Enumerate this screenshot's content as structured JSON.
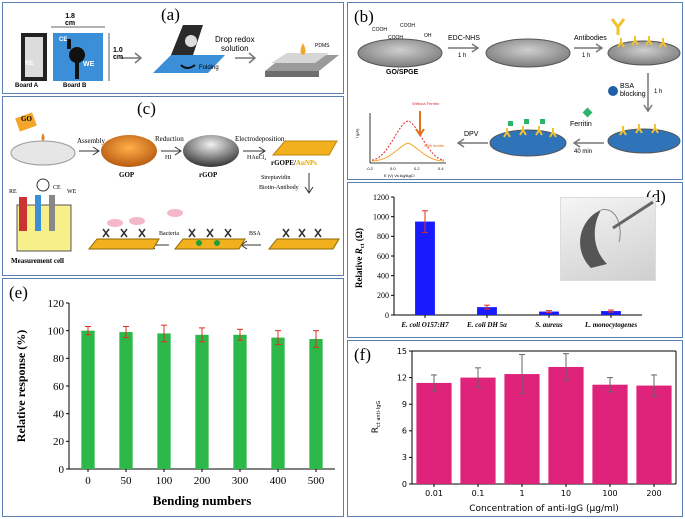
{
  "panels": {
    "a": {
      "label": "(a)",
      "dim_w": "1.8",
      "dim_w_unit": "cm",
      "dim_h": "1.0",
      "dim_h_unit": "cm",
      "board_a": "Board A",
      "board_b": "Board B",
      "re": "RE",
      "ce": "CE",
      "we": "WE",
      "folding": "Folding",
      "drop_line1": "Drop redox",
      "drop_line2": "solution",
      "pdms": "PDMS"
    },
    "b": {
      "label": "(b)",
      "cooh1": "COOH",
      "cooh2": "COOH",
      "cooh3": "COOH",
      "oh": "OH",
      "electrode": "GO/SPGE",
      "edc": "EDC-NHS",
      "t1": "1 h",
      "antibodies": "Antibodies",
      "t2": "1 h",
      "bsa_line1": "BSA",
      "bsa_line2": "blocking",
      "t3": "1 h",
      "ferritin": "Ferritin",
      "t4": "40 min",
      "dpv": "DPV",
      "dpv_without": "Without Ferritin",
      "dpv_with": "With ferritin",
      "dpv_ylabel": "I (μA)",
      "dpv_xlabel": "E (V) Vs Ag/AgCl",
      "dpv_ticks": [
        "-0.2",
        "0.0",
        "0.2",
        "0.4"
      ]
    },
    "c": {
      "label": "(c)",
      "go": "GO",
      "assembly": "Assembly",
      "gop": "GOP",
      "reduction": "Reduction",
      "hi": "HI",
      "rgop": "rGOP",
      "electrodeposition": "Electrodeposition",
      "haucl4": "HAuCl₄",
      "rgope": "rGOPE/",
      "aunps": "AuNPs",
      "streptavidin": "Streptavidin",
      "biotin": "Biotin-Antibody",
      "bsa": "BSA",
      "bacteria": "Bacteria",
      "re": "RE",
      "ce": "CE",
      "we": "WE",
      "cell": "Measurement cell"
    }
  },
  "chart_data": [
    {
      "panel": "(d)",
      "type": "bar",
      "title": "",
      "xlabel": "",
      "ylabel": "Relative R_ct (Ω)",
      "ylabel_main": "Relative ",
      "ylabel_sym": "R",
      "ylabel_sub": "ct",
      "ylabel_unit": " (Ω)",
      "categories": [
        "E. coli O157:H7",
        "E. coli DH 5α",
        "S. aureus",
        "L. monocytogenes"
      ],
      "values": [
        950,
        80,
        35,
        40
      ],
      "errors": [
        110,
        20,
        10,
        10
      ],
      "ylim": [
        0,
        1200
      ],
      "yticks": [
        "0",
        "200",
        "400",
        "600",
        "800",
        "1000",
        "1200"
      ],
      "color": "#1a1aff",
      "grid": false
    },
    {
      "panel": "(e)",
      "type": "bar",
      "title": "",
      "xlabel": "Bending numbers",
      "ylabel": "Relative response (%)",
      "categories": [
        "0",
        "50",
        "100",
        "200",
        "300",
        "400",
        "500"
      ],
      "values": [
        100,
        99,
        98,
        97,
        97,
        95,
        94
      ],
      "errors": [
        3,
        4,
        6,
        5,
        4,
        5,
        6
      ],
      "ylim": [
        0,
        120
      ],
      "yticks": [
        "0",
        "20",
        "40",
        "60",
        "80",
        "100",
        "120"
      ],
      "color": "#2db84a",
      "grid": false
    },
    {
      "panel": "(f)",
      "type": "bar",
      "title": "",
      "xlabel": "Concentration of anti-IgG (μg/ml)",
      "ylabel": "R_ct anti-IgG",
      "ylabel_sym": "R",
      "ylabel_sub": "ct anti-IgG",
      "categories": [
        "0.01",
        "0.1",
        "1",
        "10",
        "100",
        "200"
      ],
      "values": [
        11.4,
        12.0,
        12.4,
        13.2,
        11.2,
        11.1
      ],
      "errors": [
        0.9,
        1.1,
        2.2,
        1.5,
        0.8,
        1.2
      ],
      "ylim": [
        0,
        15
      ],
      "yticks": [
        "0",
        "3",
        "6",
        "9",
        "12",
        "15"
      ],
      "color": "#e0237a",
      "grid": false
    }
  ]
}
